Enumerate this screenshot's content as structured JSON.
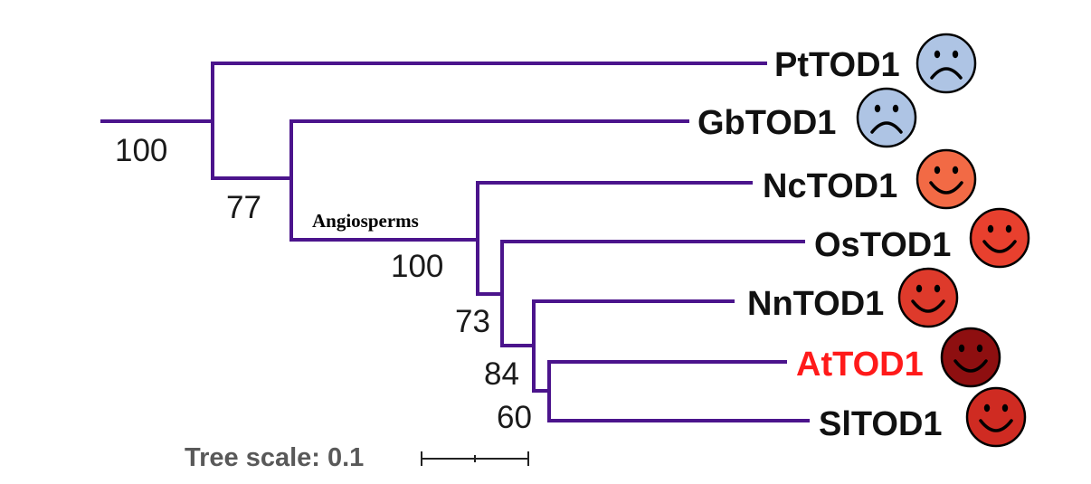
{
  "tree": {
    "branch_color": "#4b148c",
    "leaves": [
      {
        "label": "PtTOD1",
        "color": "#111111",
        "face": {
          "mood": "sad",
          "fill": "#aec4e4",
          "icon": "sad-face-icon"
        }
      },
      {
        "label": "GbTOD1",
        "color": "#111111",
        "face": {
          "mood": "sad",
          "fill": "#aec4e4",
          "icon": "sad-face-icon"
        }
      },
      {
        "label": "NcTOD1",
        "color": "#111111",
        "face": {
          "mood": "happy",
          "fill": "#f26a45",
          "icon": "happy-face-icon"
        }
      },
      {
        "label": "OsTOD1",
        "color": "#111111",
        "face": {
          "mood": "happy",
          "fill": "#e8402e",
          "icon": "happy-face-icon"
        }
      },
      {
        "label": "NnTOD1",
        "color": "#111111",
        "face": {
          "mood": "happy",
          "fill": "#de3a2b",
          "icon": "happy-face-icon"
        }
      },
      {
        "label": "AtTOD1",
        "color": "#ff1a1a",
        "face": {
          "mood": "happy",
          "fill": "#8e0f10",
          "icon": "happy-face-icon"
        }
      },
      {
        "label": "SlTOD1",
        "color": "#111111",
        "face": {
          "mood": "happy",
          "fill": "#cf2b22",
          "icon": "happy-face-icon"
        }
      }
    ],
    "support_values": [
      "100",
      "77",
      "100",
      "73",
      "84",
      "60"
    ],
    "clade_label": "Angiosperms"
  },
  "scale": {
    "label": "Tree scale: 0.1"
  }
}
